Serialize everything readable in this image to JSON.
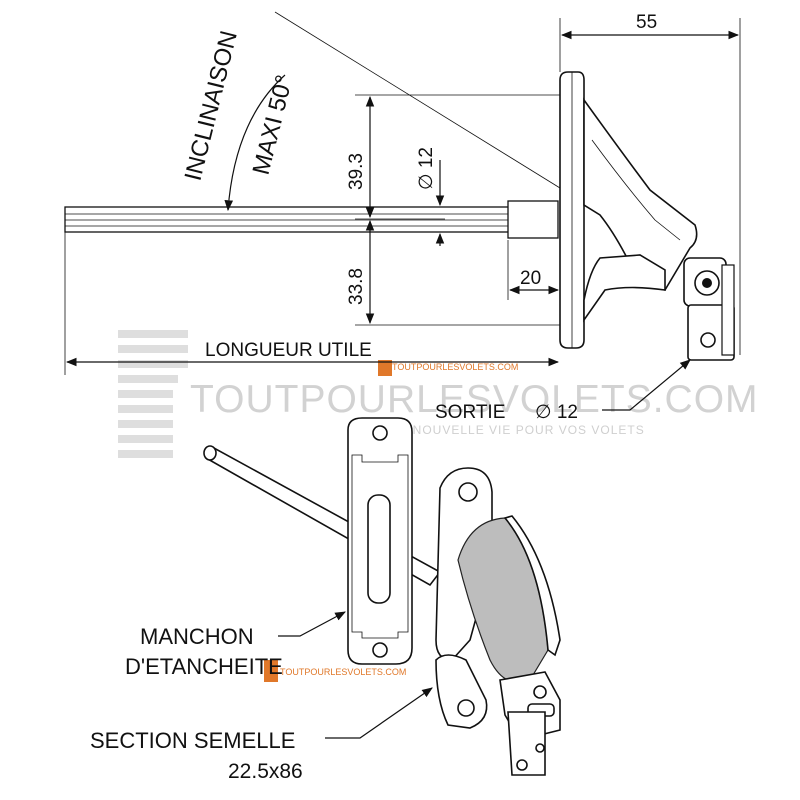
{
  "dimensions": {
    "width_55": "55",
    "angle_label_1": "INCLINAISON",
    "angle_label_2": "MAXI 50°",
    "d393": "39.3",
    "d338": "33.8",
    "dia12": "∅ 12",
    "d20": "20",
    "longueur": "LONGUEUR UTILE",
    "sortie": "SORTIE",
    "sortie_dia": "∅ 12"
  },
  "callouts": {
    "manchon_line1": "MANCHON",
    "manchon_line2": "D'ETANCHEITE",
    "section_line1": "SECTION SEMELLE",
    "section_line2": "22.5x86"
  },
  "watermark": {
    "brand": "TOUTPOURLESVOLETS.COM",
    "tagline": "UNE NOUVELLE VIE POUR VOS VOLETS",
    "brand_small": "TOUTPOURLESVOLETS.COM"
  },
  "colors": {
    "watermark": "#d2d2d2",
    "brand_accent": "#e0782a",
    "ink": "#111111"
  }
}
